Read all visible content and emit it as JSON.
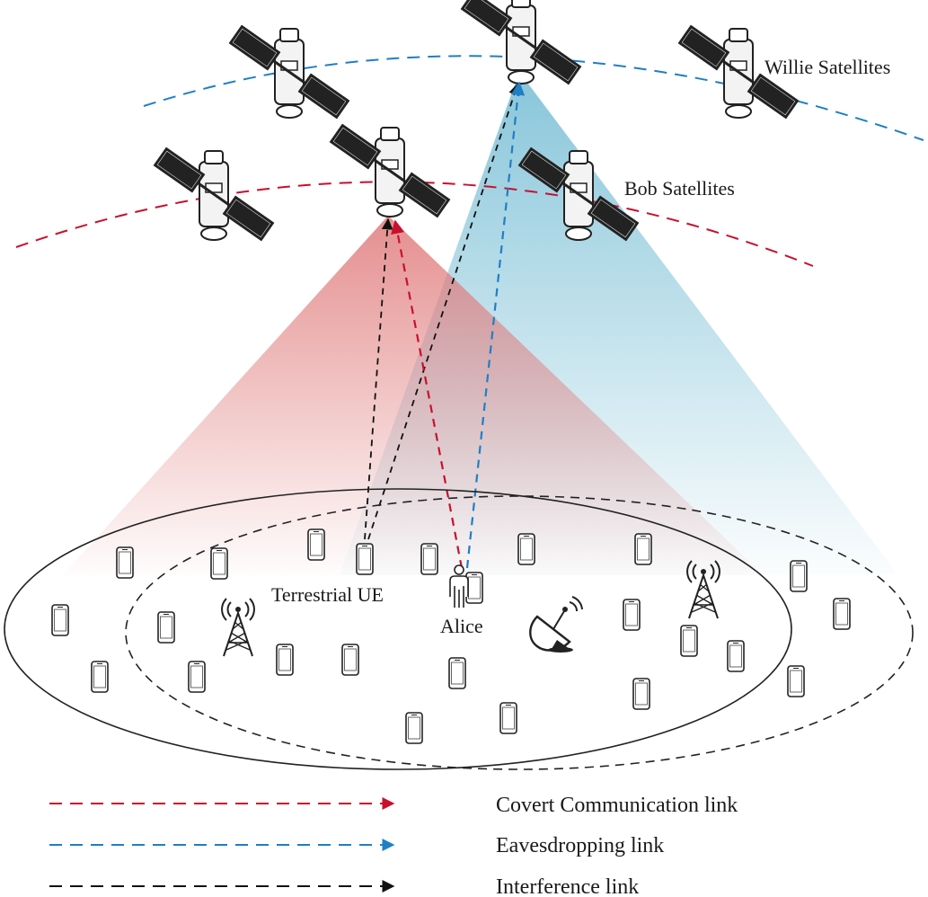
{
  "labels": {
    "willie": "Willie Satellites",
    "bob": "Bob Satellites",
    "terrestrial_ue": "Terrestrial UE",
    "alice": "Alice"
  },
  "legend": [
    {
      "text": "Covert Communication link",
      "color": "#c8102e"
    },
    {
      "text": "Eavesdropping link",
      "color": "#1f7fc4"
    },
    {
      "text": "Interference link",
      "color": "#111111"
    }
  ],
  "colors": {
    "covert": "#c8102e",
    "eavesdrop": "#1f7fc4",
    "interference": "#111111",
    "bob_beam": "#e07a7a",
    "willie_beam": "#7bbfd6"
  },
  "icons": {
    "satellite": "satellite-icon",
    "phone": "phone-icon",
    "tower": "cell-tower-icon",
    "dish": "satellite-dish-icon",
    "person": "person-icon"
  }
}
